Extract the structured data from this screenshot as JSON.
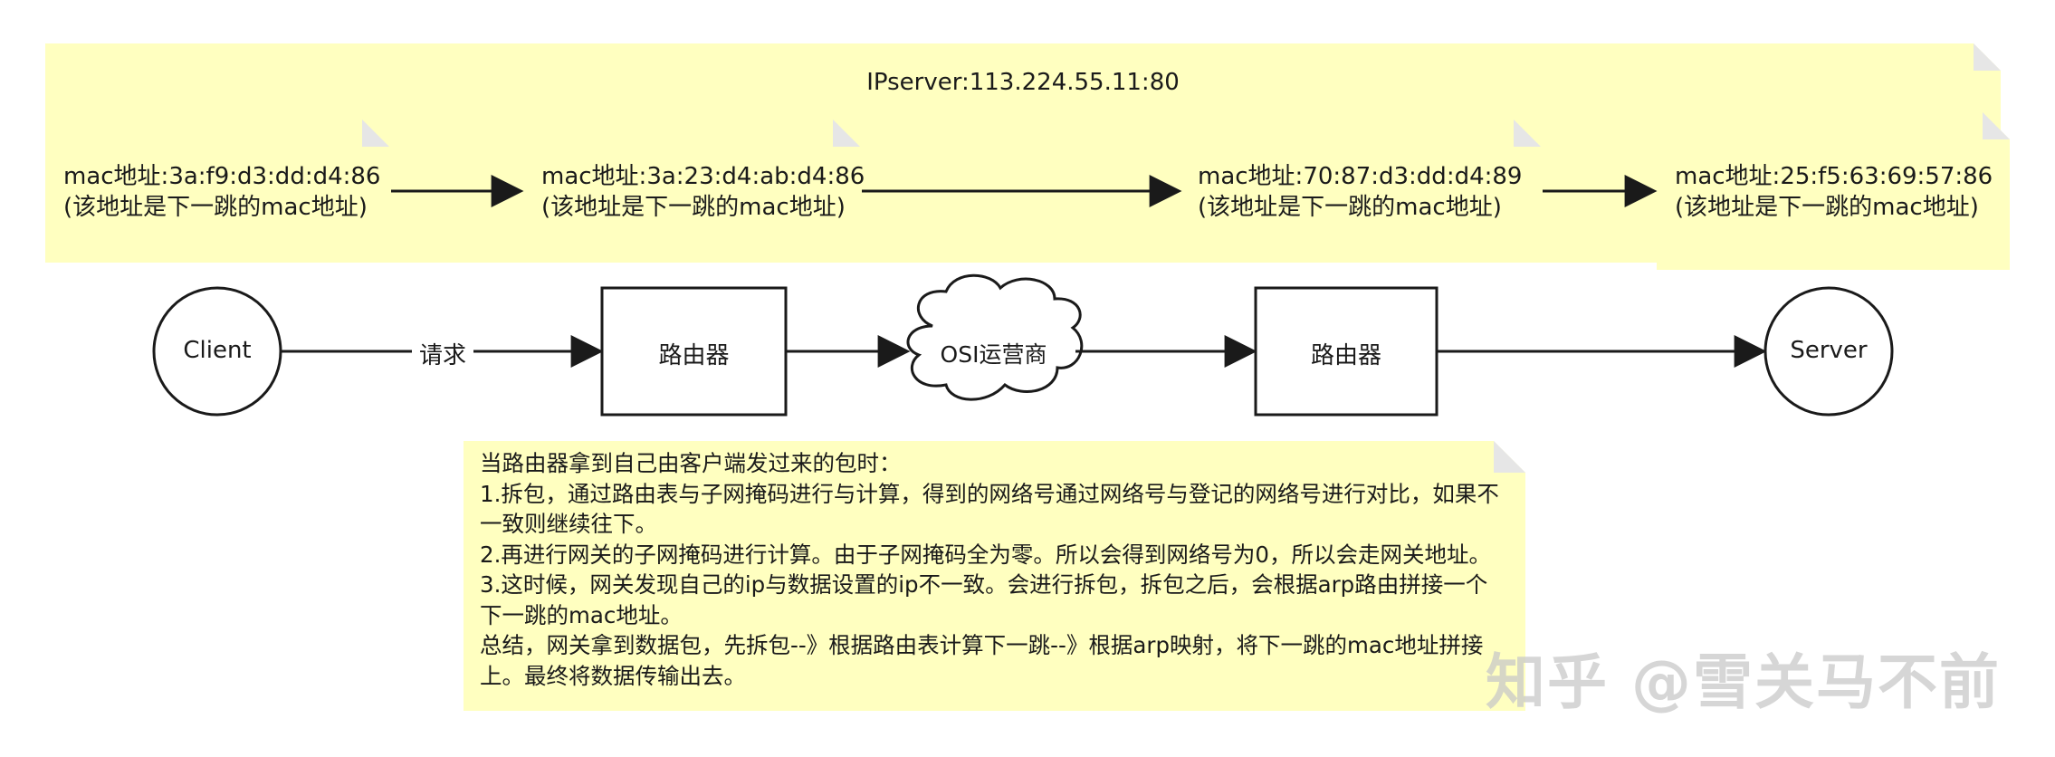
{
  "top_note": {
    "label": "IPserver:113.224.55.11:80"
  },
  "mac_notes": [
    {
      "line1": "mac地址:3a:f9:d3:dd:d4:86",
      "line2": "(该地址是下一跳的mac地址)"
    },
    {
      "line1": "mac地址:3a:23:d4:ab:d4:86",
      "line2": "(该地址是下一跳的mac地址)"
    },
    {
      "line1": "mac地址:70:87:d3:dd:d4:89",
      "line2": "(该地址是下一跳的mac地址)"
    },
    {
      "line1": "mac地址:25:f5:63:69:57:86",
      "line2": "(该地址是下一跳的mac地址)"
    }
  ],
  "nodes": {
    "client": "Client",
    "request_label": "请求",
    "router1": "路由器",
    "cloud": "OSI运营商",
    "router2": "路由器",
    "server": "Server"
  },
  "explanation": [
    "当路由器拿到自己由客户端发过来的包时：",
    "1.拆包，通过路由表与子网掩码进行与计算，得到的网络号通过网络号与登记的网络号进行对比，如果不一致则继续往下。",
    "2.再进行网关的子网掩码进行计算。由于子网掩码全为零。所以会得到网络号为0，所以会走网关地址。",
    "3.这时候，网关发现自己的ip与数据设置的ip不一致。会进行拆包，拆包之后，会根据arp路由拼接一个下一跳的mac地址。",
    "总结，网关拿到数据包，先拆包--》根据路由表计算下一跳--》根据arp映射，将下一跳的mac地址拼接上。最终将数据传输出去。"
  ],
  "watermark": "知乎 @雪关马不前",
  "colors": {
    "note_fill": "#ffffc0",
    "stroke": "#1a1a1a"
  }
}
